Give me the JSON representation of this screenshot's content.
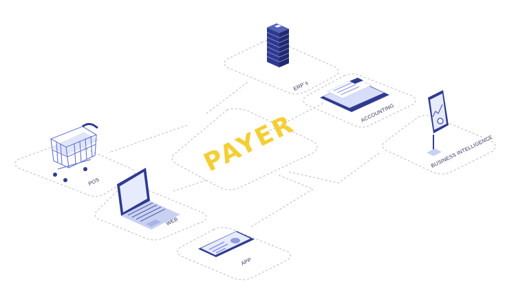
{
  "center": {
    "brand": "PAYER"
  },
  "nodes": {
    "erp": {
      "label": "ERP´s",
      "icon": "server-stack-icon"
    },
    "accounting": {
      "label": "ACCOUNTING",
      "icon": "clipboard-invoice-icon"
    },
    "bi": {
      "label": "BUSINESS INTELLIGENCE",
      "icon": "tablet-kiosk-chart-icon"
    },
    "pos": {
      "label": "POS",
      "icon": "shopping-cart-icon"
    },
    "web": {
      "label": "WEB",
      "icon": "laptop-icon"
    },
    "app": {
      "label": "APP",
      "icon": "smartphone-icon"
    }
  },
  "colors": {
    "navy": "#2f3a8f",
    "light_blue": "#d6defa",
    "yellow": "#f3cf35",
    "dash": "#b9b9b9",
    "label": "#2b2e5c"
  }
}
